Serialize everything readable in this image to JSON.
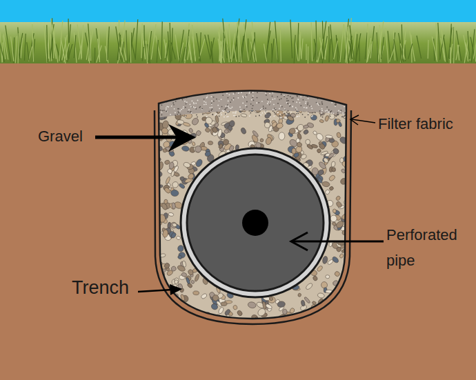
{
  "diagram": {
    "labels": [
      "Gravel",
      "Filter fabric",
      "Perforated pipe",
      "Trench"
    ]
  }
}
